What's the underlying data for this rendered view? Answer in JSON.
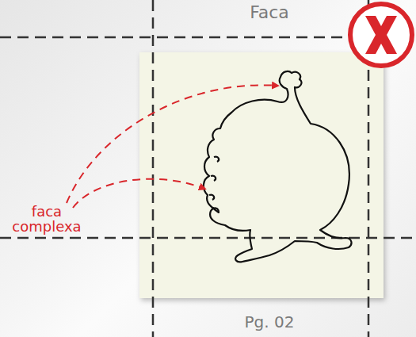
{
  "diagram": {
    "labels": [
      "Faca",
      "faca complexa",
      "Pg. 02"
    ]
  }
}
